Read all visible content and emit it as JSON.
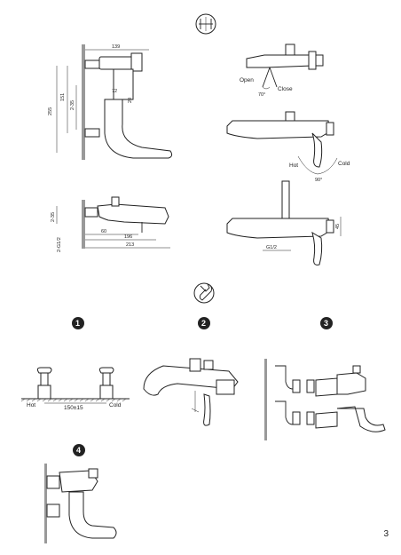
{
  "dimensions": {
    "top_width": "139",
    "total_height": "255",
    "h151": "151",
    "h35": "2-35",
    "inner_width": "72",
    "h20": "20",
    "side_h35": "2-35",
    "g12": "2-G1/2",
    "w60": "60",
    "w196": "196",
    "w213": "213",
    "h45": "45",
    "g12b": "G1/2"
  },
  "labels": {
    "open": "Open",
    "close": "Close",
    "angle_top": "70°",
    "hot": "Hot",
    "cold": "Cold",
    "angle_mid": "90°",
    "step1_hot": "Hot",
    "step1_cold": "Cold",
    "step1_spacing": "150±15"
  },
  "steps": {
    "s1": "1",
    "s2": "2",
    "s3": "3",
    "s4": "4"
  },
  "page_number": "3"
}
